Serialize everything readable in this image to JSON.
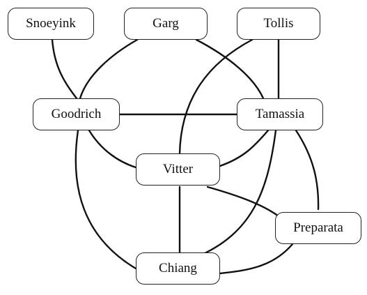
{
  "graph": {
    "nodes": [
      {
        "id": "snoeyink",
        "label": "Snoeyink"
      },
      {
        "id": "garg",
        "label": "Garg"
      },
      {
        "id": "tollis",
        "label": "Tollis"
      },
      {
        "id": "goodrich",
        "label": "Goodrich"
      },
      {
        "id": "tamassia",
        "label": "Tamassia"
      },
      {
        "id": "vitter",
        "label": "Vitter"
      },
      {
        "id": "preparata",
        "label": "Preparata"
      },
      {
        "id": "chiang",
        "label": "Chiang"
      }
    ],
    "edges": [
      [
        "snoeyink",
        "goodrich"
      ],
      [
        "garg",
        "goodrich"
      ],
      [
        "garg",
        "tamassia"
      ],
      [
        "tollis",
        "vitter"
      ],
      [
        "tollis",
        "tamassia"
      ],
      [
        "goodrich",
        "tamassia"
      ],
      [
        "goodrich",
        "vitter"
      ],
      [
        "goodrich",
        "chiang"
      ],
      [
        "tamassia",
        "vitter"
      ],
      [
        "tamassia",
        "chiang"
      ],
      [
        "tamassia",
        "preparata"
      ],
      [
        "vitter",
        "chiang"
      ],
      [
        "vitter",
        "preparata"
      ],
      [
        "preparata",
        "chiang"
      ]
    ],
    "colors": {
      "stroke": "#111111",
      "node_border": "#222222",
      "node_fill": "#ffffff",
      "background": "#ffffff"
    }
  }
}
